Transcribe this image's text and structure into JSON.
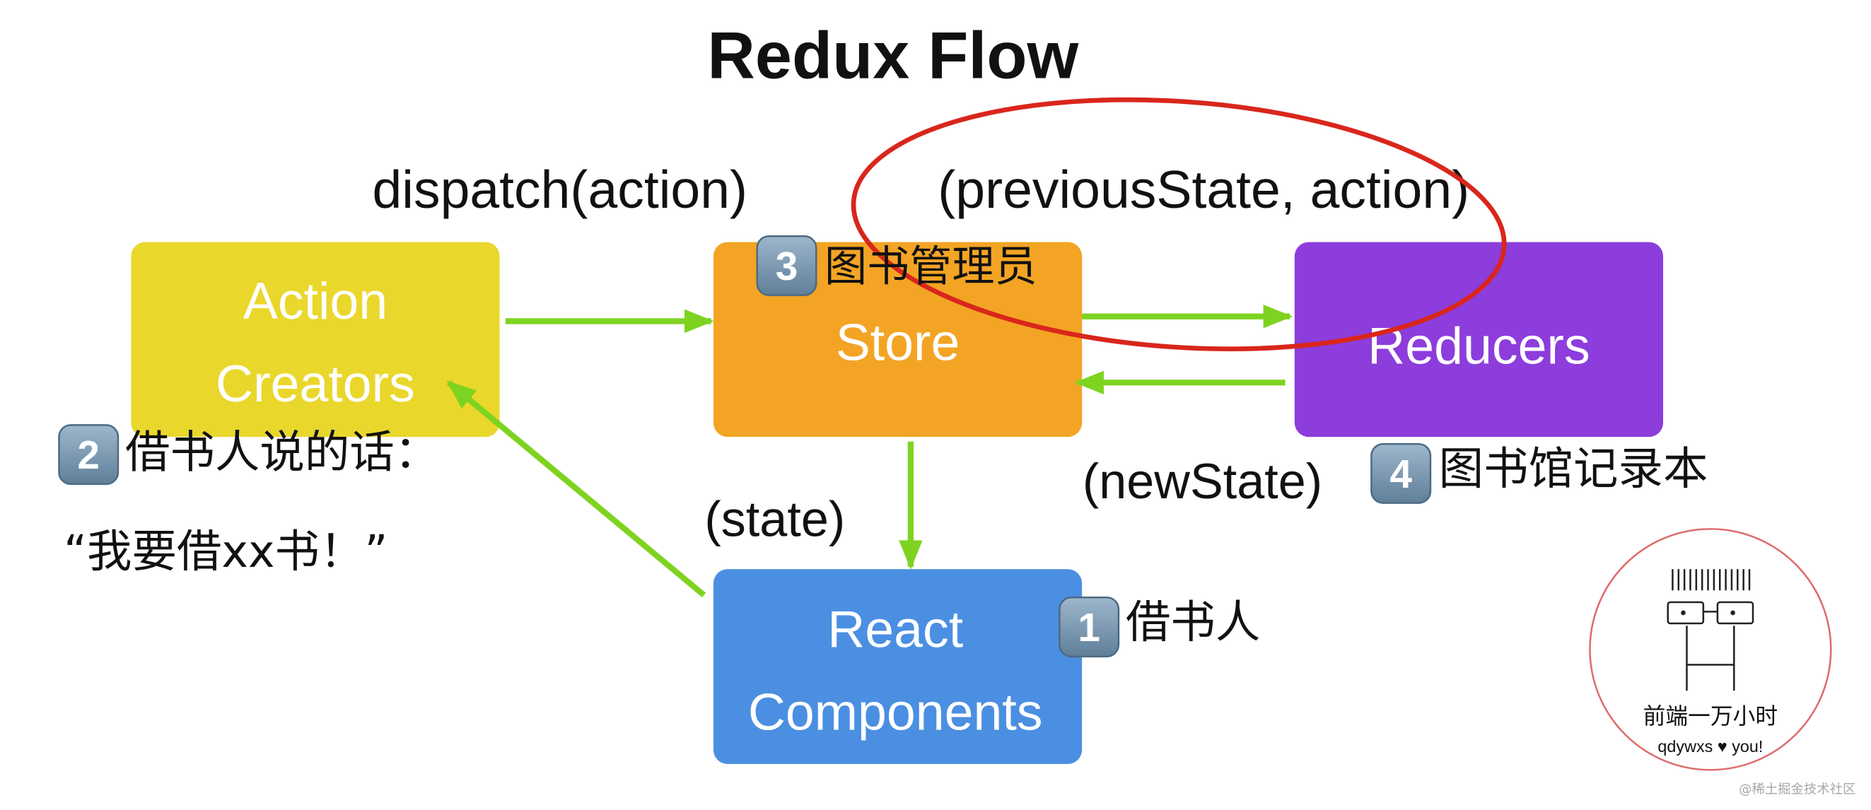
{
  "title": "Redux Flow",
  "labels": {
    "dispatch": "dispatch(action)",
    "reducer_args": "(previousState, action)",
    "state": "(state)",
    "new_state": "(newState)"
  },
  "boxes": {
    "action_creators": {
      "line1": "Action",
      "line2": "Creators",
      "color": "#ead72c"
    },
    "store": {
      "label": "Store",
      "color": "#f3a424"
    },
    "reducers": {
      "label": "Reducers",
      "color": "#8c3ddc"
    },
    "react_components": {
      "line1": "React",
      "line2": "Components",
      "color": "#4b8fe2"
    }
  },
  "badges": {
    "b1": "1",
    "b2": "2",
    "b3": "3",
    "b4": "4"
  },
  "notes": {
    "n1": "借书人",
    "n2_line1": "借书人说的话：",
    "n2_line2": "“我要借xx书！”",
    "n3": "图书管理员",
    "n4": "图书馆记录本"
  },
  "stamp": {
    "name": "前端一万小时",
    "tagline": "qdywxs ♥ you!"
  },
  "watermark": "@稀土掘金技术社区",
  "colors": {
    "arrow": "#7ed321",
    "highlight": "#d9261c",
    "stamp_border": "#e06a6a",
    "badge": "#6e8fa8"
  }
}
